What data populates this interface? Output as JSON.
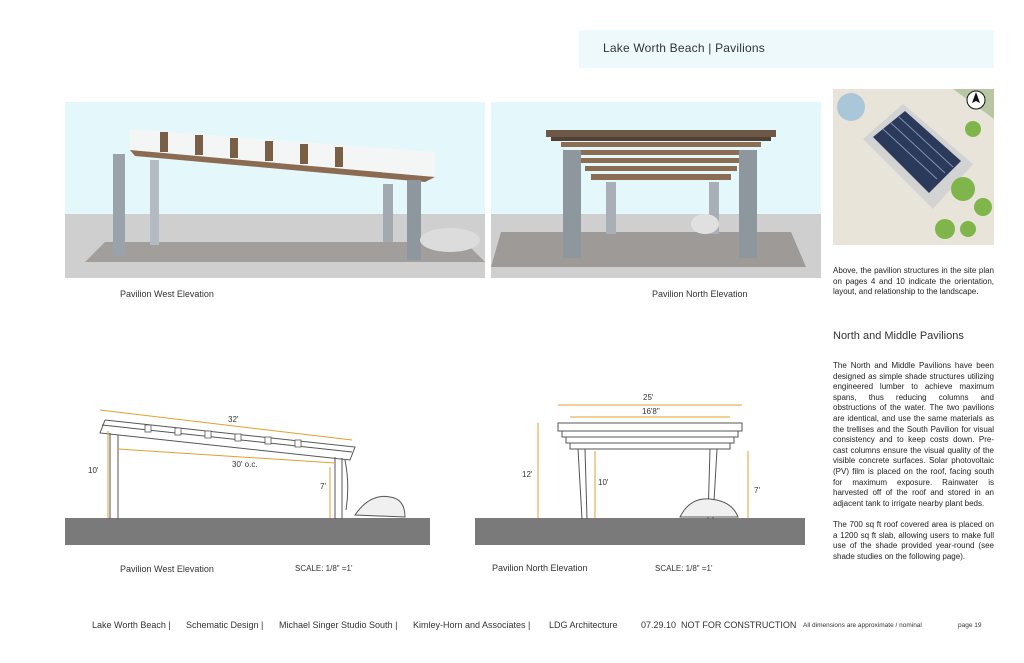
{
  "header": {
    "title": "Lake Worth Beach   |   Pavilions"
  },
  "renders": {
    "west_caption": "Pavilion West Elevation",
    "north_caption": "Pavilion North Elevation"
  },
  "site_plan": {
    "note": "Above, the pavilion structures in the site plan on pages 4 and 10 indicate the orientation, layout, and relationship to the landscape."
  },
  "section": {
    "title": "North and Middle Pavilions",
    "paragraph1": "The North and Middle Pavilions have been designed as simple shade structures utilizing engineered lumber to achieve maximum spans, thus reducing columns and obstructions of the water. The two pavilions are identical, and use the same materials as the trellises and the South Pavilion for visual consistency and to keep costs down. Pre-cast columns ensure the visual quality of the visible concrete surfaces. Solar photovoltaic (PV) film is placed on the roof, facing south for maximum exposure. Rainwater is harvested off of the roof and stored in an adjacent tank to irrigate nearby plant beds.",
    "paragraph2": "The 700 sq ft roof covered area is placed on a 1200 sq ft slab, allowing users to make full use of the shade provided year-round (see shade studies on the following page)."
  },
  "drawings": {
    "west": {
      "caption": "Pavilion West Elevation",
      "scale": "SCALE: 1/8\" =1'",
      "dim_length": "32'",
      "dim_oc": "30' o.c.",
      "dim_high": "10'",
      "dim_low": "7'"
    },
    "north": {
      "caption": "Pavilion North Elevation",
      "scale": "SCALE: 1/8\" =1'",
      "dim_width": "25'",
      "dim_inner": "16'8\"",
      "dim_overall": "12'",
      "dim_column": "10'",
      "dim_right": "7'"
    }
  },
  "footer": {
    "project": "Lake Worth Beach |",
    "phase": "Schematic Design |",
    "studio": "Michael Singer Studio South |",
    "engineer": "Kimley-Horn and Associates |",
    "architect": "LDG Architecture",
    "date": "07.29.10",
    "status": "NOT FOR CONSTRUCTION",
    "disclaimer": "All dimensions are approximate / nominal",
    "page": "page 19"
  },
  "colors": {
    "sky": "#e4f7fb",
    "ground": "#c8c8c8",
    "timber": "#8a6d52",
    "dimension": "#e0a030",
    "slab": "#7a7a7a"
  }
}
